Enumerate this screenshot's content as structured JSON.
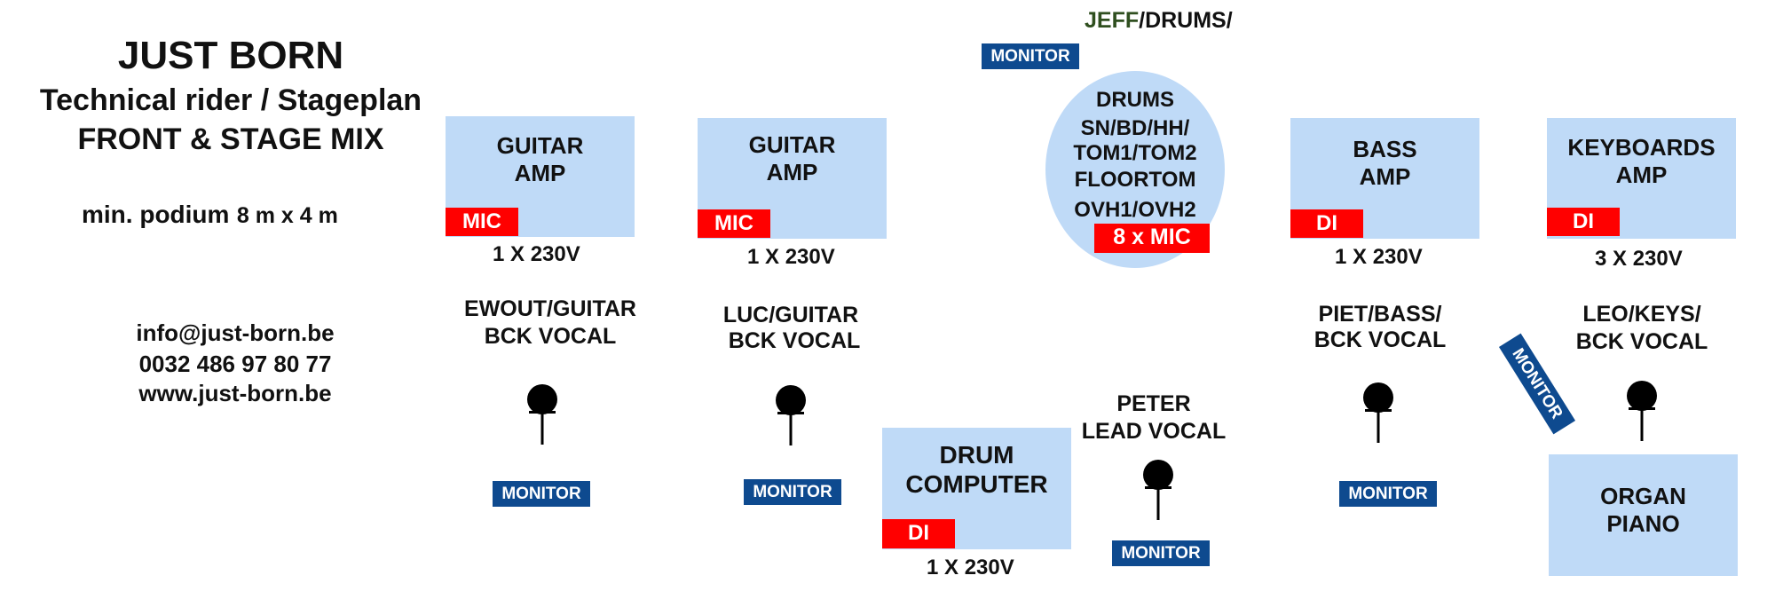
{
  "header": {
    "title": "JUST BORN",
    "subtitle_1": "Technical rider / Stageplan",
    "subtitle_2": "FRONT & STAGE MIX",
    "podium_label": "min. podium",
    "podium_size": "8 m x 4 m"
  },
  "contact": {
    "email": "info@just-born.be",
    "phone": "0032 486 97 80 77",
    "website": "www.just-born.be"
  },
  "stage": {
    "guitar_amp_1": {
      "line1": "GUITAR",
      "line2": "AMP",
      "tag": "MIC",
      "power": "1 X 230V"
    },
    "guitar_amp_2": {
      "line1": "GUITAR",
      "line2": "AMP",
      "tag": "MIC",
      "power": "1 X 230V"
    },
    "drums": {
      "top_label_name": "JEFF",
      "top_label_rest": "/DRUMS/",
      "line1": "DRUMS",
      "line2": "SN/BD/HH/",
      "line3": "TOM1/TOM2",
      "line4": "FLOORTOM",
      "line5": "OVH1/OVH2",
      "tag": "8 x MIC",
      "monitor": "MONITOR"
    },
    "bass_amp": {
      "line1": "BASS",
      "line2": "AMP",
      "tag": "DI",
      "power": "1 X 230V"
    },
    "keyboards_amp": {
      "line1": "KEYBOARDS",
      "line2": "AMP",
      "tag": "DI",
      "power": "3 X 230V"
    },
    "drum_computer": {
      "line1": "DRUM",
      "line2": "COMPUTER",
      "tag": "DI",
      "power": "1 X 230V"
    },
    "organ_piano": {
      "line1": "ORGAN",
      "line2": "PIANO"
    },
    "musicians": {
      "ewout": {
        "line1": "EWOUT/GUITAR",
        "line2": "BCK VOCAL",
        "monitor": "MONITOR"
      },
      "luc": {
        "line1": "LUC/GUITAR",
        "line2": "BCK VOCAL",
        "monitor": "MONITOR"
      },
      "peter": {
        "line1": "PETER",
        "line2": "LEAD VOCAL",
        "monitor": "MONITOR"
      },
      "piet": {
        "line1": "PIET/BASS/",
        "line2": "BCK VOCAL",
        "monitor": "MONITOR"
      },
      "leo": {
        "line1": "LEO/KEYS/",
        "line2": "BCK VOCAL",
        "monitor": "MONITOR"
      }
    }
  },
  "colors": {
    "box_fill": "#bfdaf7",
    "tag_red": "#ff0000",
    "monitor_blue": "#0e4a8f",
    "jeff_green": "#2f4f1f"
  }
}
